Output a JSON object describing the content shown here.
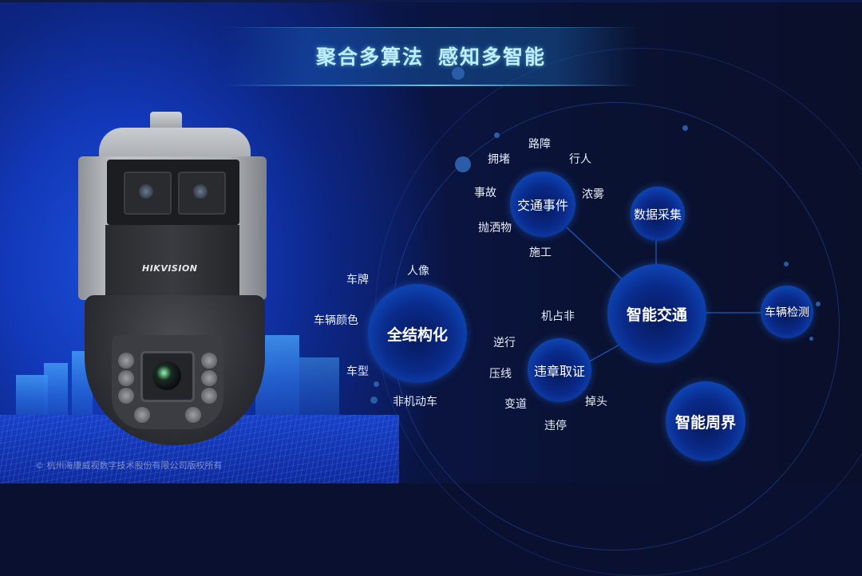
{
  "title": {
    "part1": "聚合多算法",
    "part2": "感知多智能"
  },
  "product": {
    "brand_logo": "HIKVISION",
    "device": "ptz-camera-image"
  },
  "copyright": "© 杭州海康威视数字技术股份有限公司版权所有",
  "colors": {
    "background": "#0a1030",
    "title": "#bfefff",
    "bubble": "#0f4fc4",
    "accent": "#2a6ee0"
  },
  "bubbles": {
    "traffic_event": "交通事件",
    "data_collection": "数据采集",
    "full_structuring": "全结构化",
    "smart_traffic": "智能交通",
    "vehicle_detection": "车辆检测",
    "violation_evidence": "违章取证",
    "smart_perimeter": "智能周界"
  },
  "tags": {
    "traffic_event": [
      "路障",
      "拥堵",
      "行人",
      "事故",
      "浓雾",
      "抛洒物",
      "施工"
    ],
    "full_structuring": [
      "人像",
      "车牌",
      "车辆颜色",
      "车型",
      "非机动车"
    ],
    "violation_evidence": [
      "机占非",
      "逆行",
      "压线",
      "变道",
      "掉头",
      "违停"
    ]
  }
}
